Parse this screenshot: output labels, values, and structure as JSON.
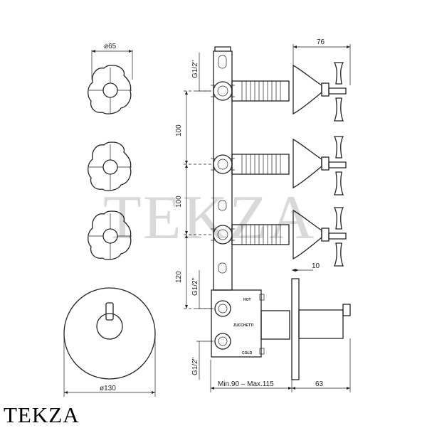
{
  "watermark": "TEKZA",
  "brand_logo": "TEKZA",
  "dimensions": {
    "knob_diameter": "ø65",
    "plate_diameter": "ø130",
    "depth_top": "76",
    "plate_thickness": "10",
    "spacing_1": "100",
    "spacing_2": "100",
    "spacing_3": "120",
    "thread_top": "G1/2\"",
    "thread_mid": "G1/2\"",
    "thread_bottom": "G1/2\"",
    "body_depth": "Min.90 – Max.115",
    "handle_depth": "63"
  },
  "body_labels": {
    "hot": "HOT",
    "brand": "ZUCCHETTI",
    "cold": "COLD"
  }
}
